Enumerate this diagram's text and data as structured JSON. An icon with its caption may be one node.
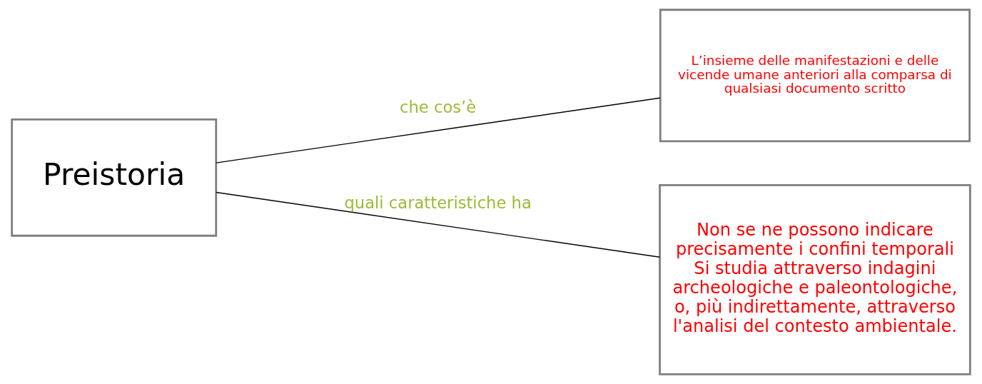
{
  "diagram": {
    "nodes": [
      {
        "text": [
          "Preistoria"
        ]
      },
      {
        "text": [
          "L’insieme delle manifestazioni e delle vicende umane anteriori alla comparsa di qualsiasi documento scritto"
        ]
      },
      {
        "text": [
          "Non se ne possono indicare precisamente i confini temporali",
          "Si studia attraverso indagini archeologiche e paleontologiche, o, più indirettamente, attraverso l'analisi del contesto ambientale."
        ]
      }
    ],
    "edges": [
      {
        "from": 0,
        "to": 1,
        "arrow": "none",
        "label": "che cos’è"
      },
      {
        "from": 0,
        "to": 2,
        "arrow": "none",
        "label": "quali caratteristiche ha"
      }
    ]
  }
}
